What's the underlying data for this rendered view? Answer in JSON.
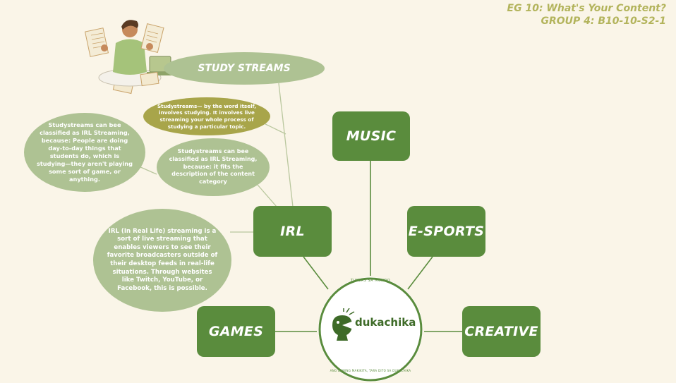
{
  "header": {
    "line1": "EG 10: What's Your Content?",
    "line2": "GROUP 4: B10-10-S2-1"
  },
  "center": {
    "logo_text": "dukachika",
    "ring_top_text": "TUKLAS SA MUNDO",
    "ring_bottom_text": "ANG DAMING MAKIKITA, TARA DITO SA DUKACHIKA"
  },
  "categories": {
    "music": "MUSIC",
    "esports": "E-SPORTS",
    "irl": "IRL",
    "games": "GAMES",
    "creative": "CREATIVE"
  },
  "study_streams": {
    "title": "STUDY STREAMS",
    "definition": "Studystreams— by the word itself, involves studying. It involves live streaming your whole process of studying a particular topic.",
    "classified_left": "Studystreams can bee classified as IRL Streaming, because: People are doing day-to-day things that students do, which is studying—they aren't playing some sort of game, or anything.",
    "classified_right": "Studystreams can bee classified as IRL Streaming, because: it fits the description of the content  category"
  },
  "irl_description": "IRL (In Real Life) streaming is a sort of live streaming that enables viewers to see their favorite broadcasters outside of their desktop feeds in real-life situations. Through websites like Twitch, YouTube, or Facebook, this is possible."
}
